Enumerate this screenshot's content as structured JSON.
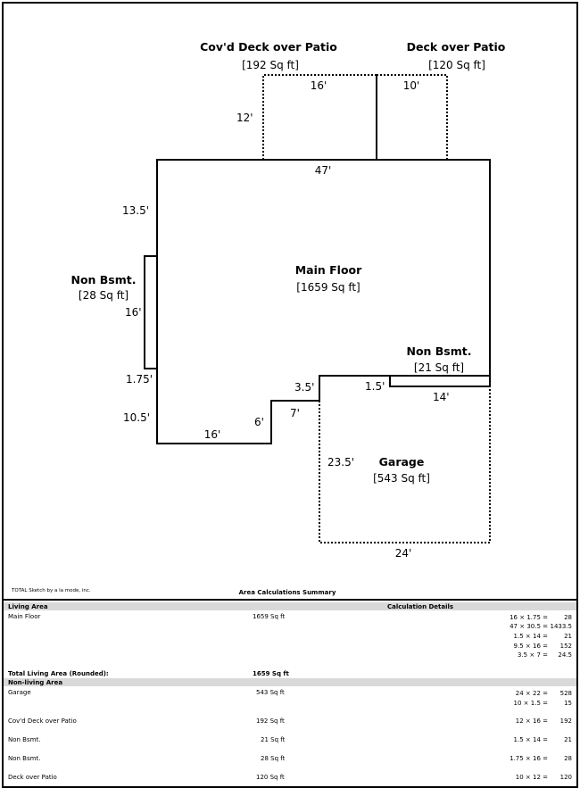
{
  "colors": {
    "line": "#000000",
    "band": "#d9d9d9"
  },
  "areas": {
    "covd_deck": {
      "name": "Cov'd Deck over Patio",
      "size": "[192 Sq ft]"
    },
    "deck": {
      "name": "Deck over Patio",
      "size": "[120 Sq ft]"
    },
    "main": {
      "name": "Main Floor",
      "size": "[1659 Sq ft]"
    },
    "nonbsmt_left": {
      "name": "Non Bsmt.",
      "size": "[28 Sq ft]"
    },
    "nonbsmt_right": {
      "name": "Non Bsmt.",
      "size": "[21 Sq ft]"
    },
    "garage": {
      "name": "Garage",
      "size": "[543 Sq ft]"
    }
  },
  "dimensions": {
    "covd_deck_width": "16'",
    "deck_width": "10'",
    "deck_depth": "12'",
    "main_top": "47'",
    "left_upper": "13.5'",
    "nonbsmt_left_len": "16'",
    "left_small": "1.75'",
    "left_lower": "10.5'",
    "bottom_left": "16'",
    "step_vertical": "6'",
    "step_horizontal": "7'",
    "step_top": "3.5'",
    "nonbsmt_right_small": "1.5'",
    "nonbsmt_right_len": "14'",
    "garage_depth": "23.5'",
    "garage_width": "24'"
  },
  "footer": {
    "brand": "TOTAL Sketch by a la mode, inc.",
    "title": "Area Calculations Summary"
  },
  "summary": {
    "living_header": "Living Area",
    "calc_header": "Calculation Details",
    "living_rows": [
      {
        "name": "Main Floor",
        "area": "1659 Sq ft"
      }
    ],
    "main_calcs": [
      {
        "expr": "16 × 1.75 =",
        "result": "28"
      },
      {
        "expr": "47 × 30.5 =",
        "result": "1433.5"
      },
      {
        "expr": "1.5 × 14 =",
        "result": "21"
      },
      {
        "expr": "9.5 × 16 =",
        "result": "152"
      },
      {
        "expr": "3.5 × 7 =",
        "result": "24.5"
      }
    ],
    "total_label": "Total Living Area (Rounded):",
    "total_value": "1659 Sq ft",
    "nonliving_header": "Non-living Area",
    "nonliving_rows": [
      {
        "name": "Garage",
        "area": "543 Sq ft",
        "calcs": [
          {
            "expr": "24 × 22 =",
            "result": "528"
          },
          {
            "expr": "10 × 1.5 =",
            "result": "15"
          }
        ]
      },
      {
        "name": "Cov'd Deck over Patio",
        "area": "192 Sq ft",
        "calcs": [
          {
            "expr": "12 × 16 =",
            "result": "192"
          }
        ]
      },
      {
        "name": "Non Bsmt.",
        "area": "21 Sq ft",
        "calcs": [
          {
            "expr": "1.5 × 14 =",
            "result": "21"
          }
        ]
      },
      {
        "name": "Non Bsmt.",
        "area": "28 Sq ft",
        "calcs": [
          {
            "expr": "1.75 × 16 =",
            "result": "28"
          }
        ]
      },
      {
        "name": "Deck over Patio",
        "area": "120 Sq ft",
        "calcs": [
          {
            "expr": "10 × 12 =",
            "result": "120"
          }
        ]
      }
    ]
  }
}
